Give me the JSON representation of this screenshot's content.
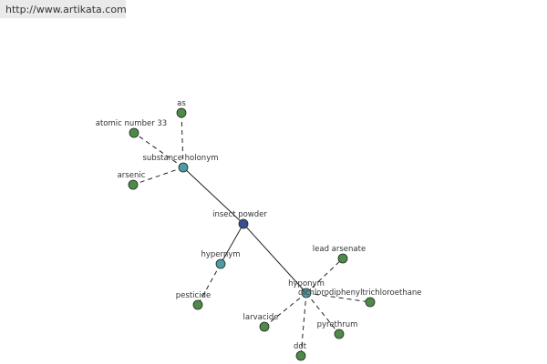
{
  "header": {
    "url": "http://www.artikata.com"
  },
  "colors": {
    "center": "#3a4f8f",
    "relation": "#4f9aa6",
    "leaf": "#4f8a4a",
    "edge": "#222222"
  },
  "diagram": {
    "center": {
      "id": "insect-powder",
      "label": "insect powder"
    },
    "relations": [
      {
        "id": "substance-holonym",
        "label": "substance holonym"
      },
      {
        "id": "hypernym",
        "label": "hypernym"
      },
      {
        "id": "hyponym",
        "label": "hyponym"
      }
    ],
    "leaves": [
      {
        "id": "as",
        "label": "as",
        "parent": "substance-holonym"
      },
      {
        "id": "atomic-number-33",
        "label": "atomic number 33",
        "parent": "substance-holonym"
      },
      {
        "id": "arsenic",
        "label": "arsenic",
        "parent": "substance-holonym"
      },
      {
        "id": "pesticide",
        "label": "pesticide",
        "parent": "hypernym"
      },
      {
        "id": "lead-arsenate",
        "label": "lead arsenate",
        "parent": "hyponym"
      },
      {
        "id": "dichlorodiphenyltrichloroethane",
        "label": "dichlorodiphenyltrichloroethane",
        "parent": "hyponym"
      },
      {
        "id": "larvacide",
        "label": "larvacide",
        "parent": "hyponym"
      },
      {
        "id": "pyrethrum",
        "label": "pyrethrum",
        "parent": "hyponym"
      },
      {
        "id": "ddt",
        "label": "ddt",
        "parent": "hyponym"
      }
    ]
  }
}
